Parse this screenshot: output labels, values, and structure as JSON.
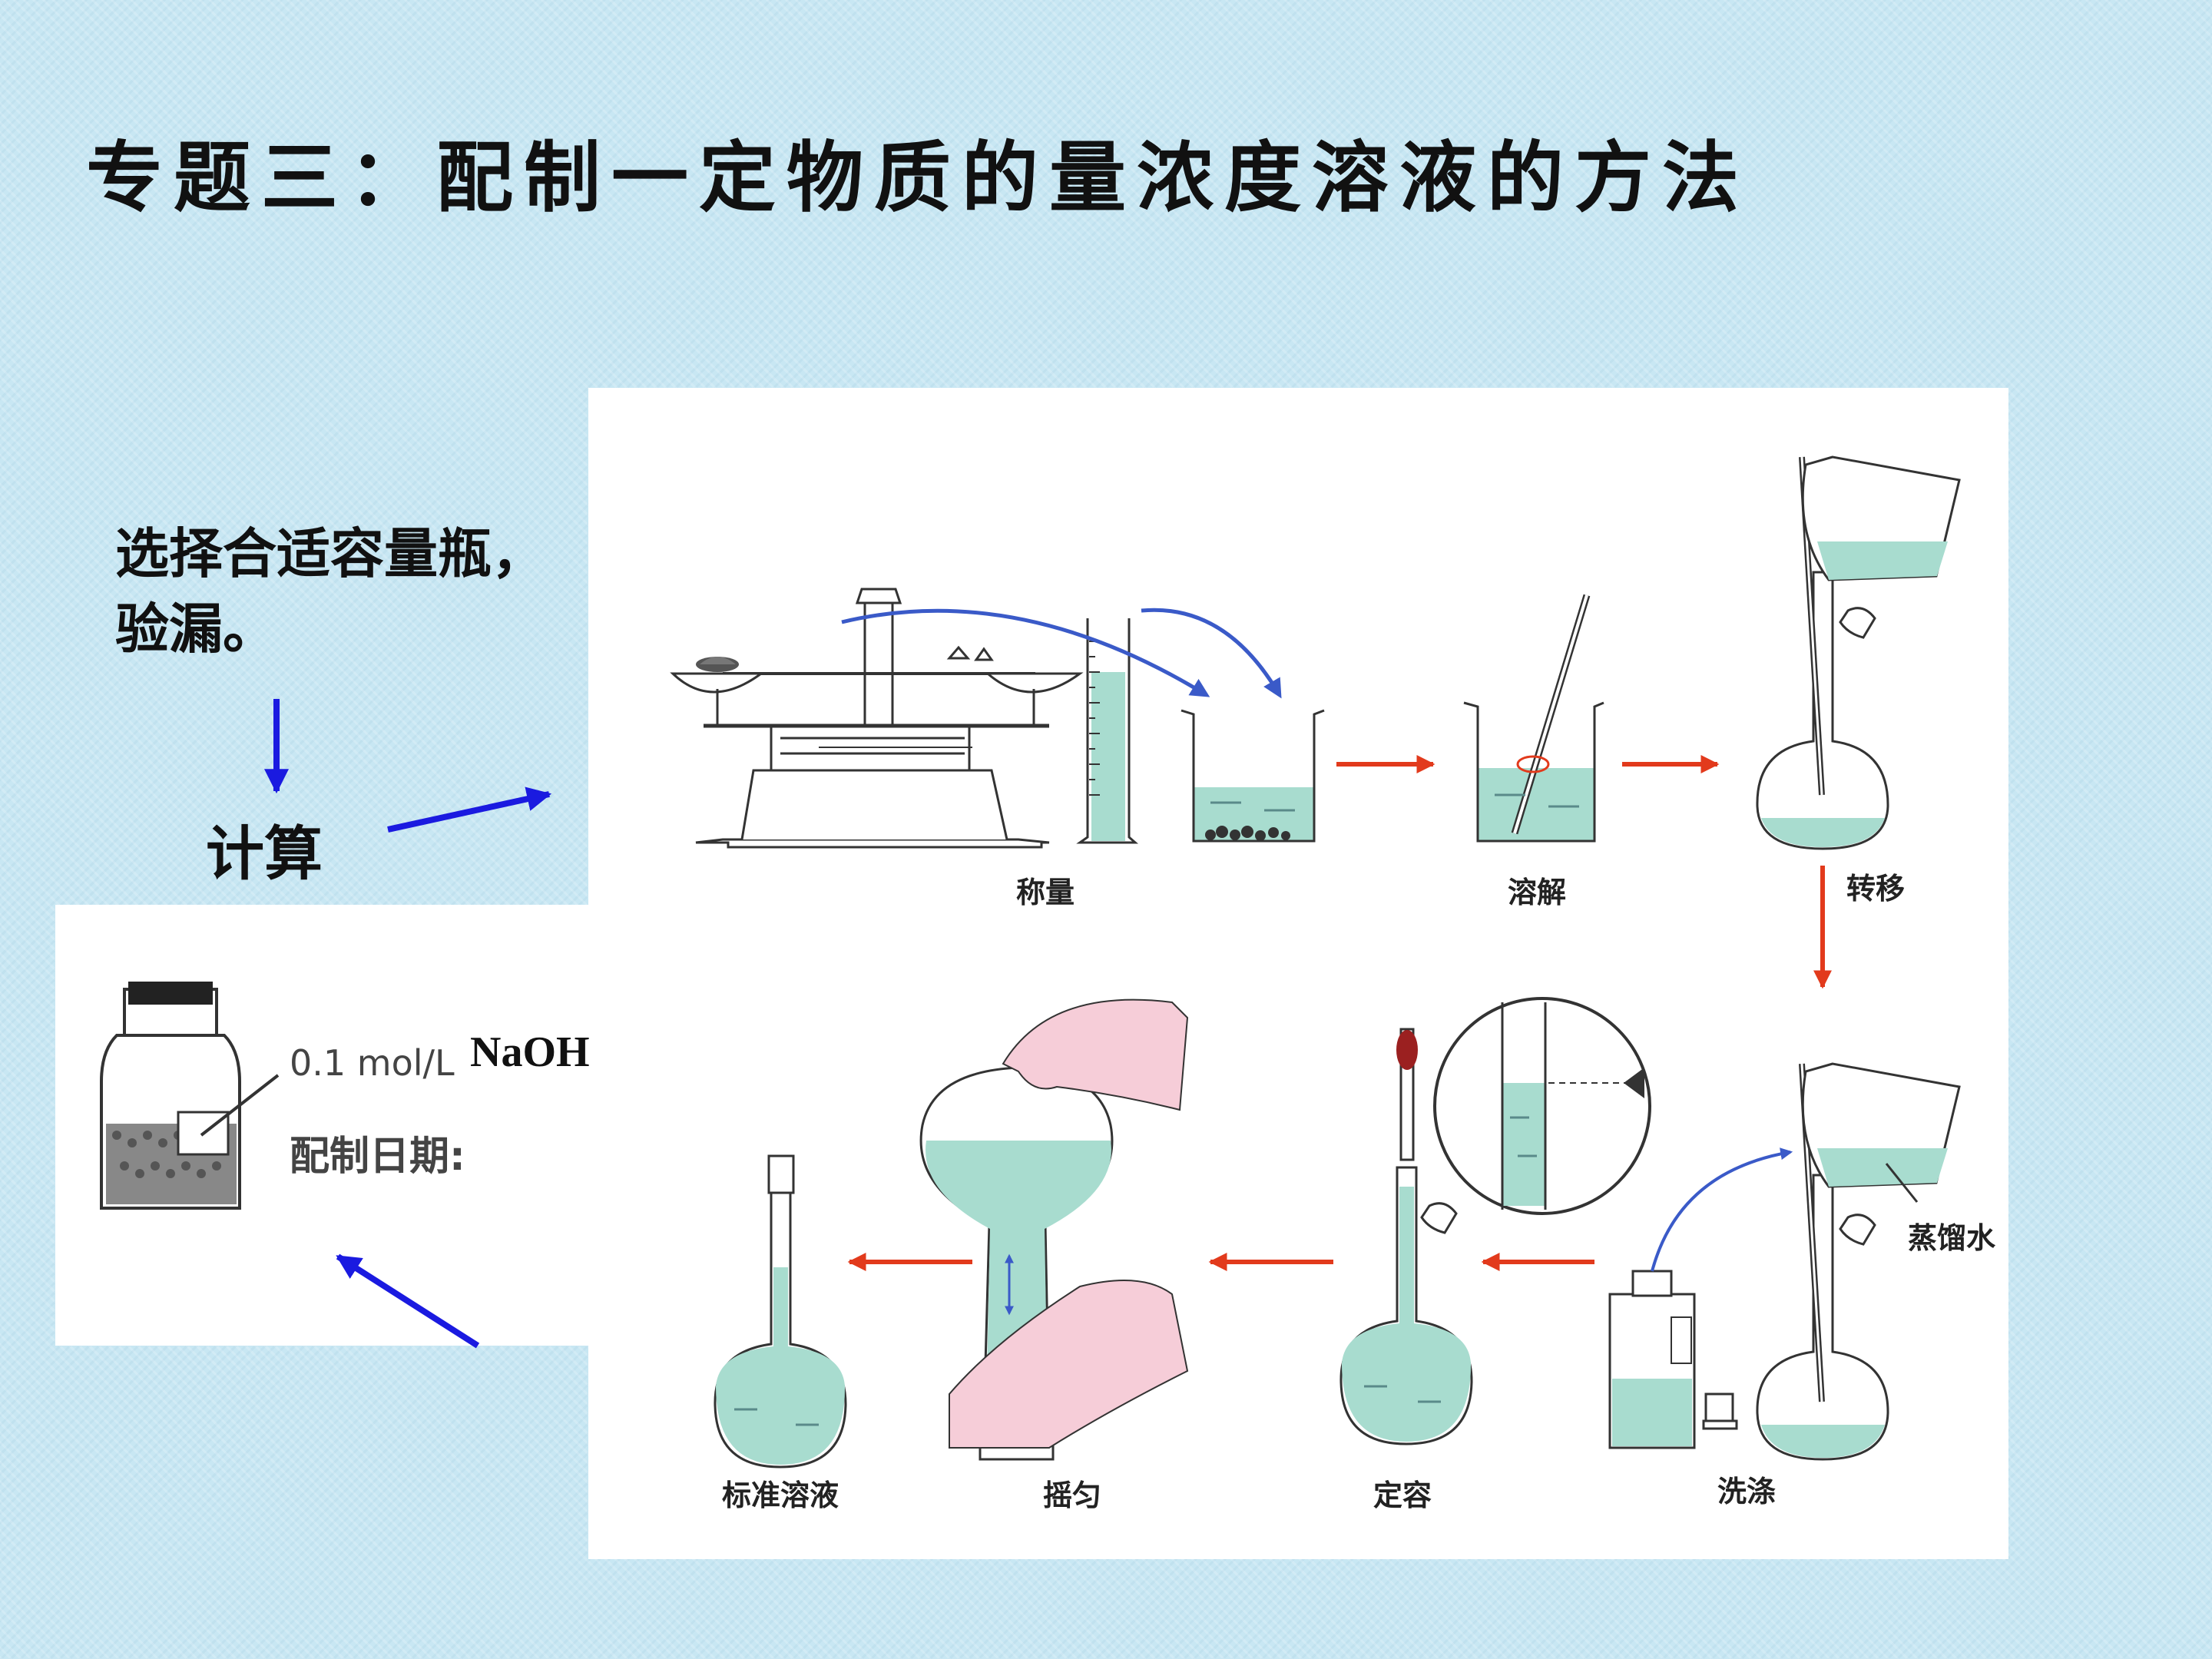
{
  "title": "专题三：配制一定物质的量浓度溶液的方法",
  "intro": {
    "line1": "选择合适容量瓶，",
    "line2": "验漏。"
  },
  "calc": "计算",
  "steps": {
    "weigh": "称量",
    "dissolve": "溶解",
    "transfer": "转移",
    "distilled_water": "蒸馏水",
    "wash": "洗涤",
    "fix_volume": "定容",
    "shake": "摇匀",
    "standard_solution": "标准溶液"
  },
  "label_card": {
    "concentration": "0.1 mol/L",
    "solute": "NaOH",
    "date_label": "配制日期:"
  },
  "colors": {
    "liquid": "#a8dccf",
    "red_arrow": "#e23a1c",
    "blue_arrow": "#1a1ae0",
    "curve": "#3a5ac8",
    "hand": "#f6cdd8"
  }
}
